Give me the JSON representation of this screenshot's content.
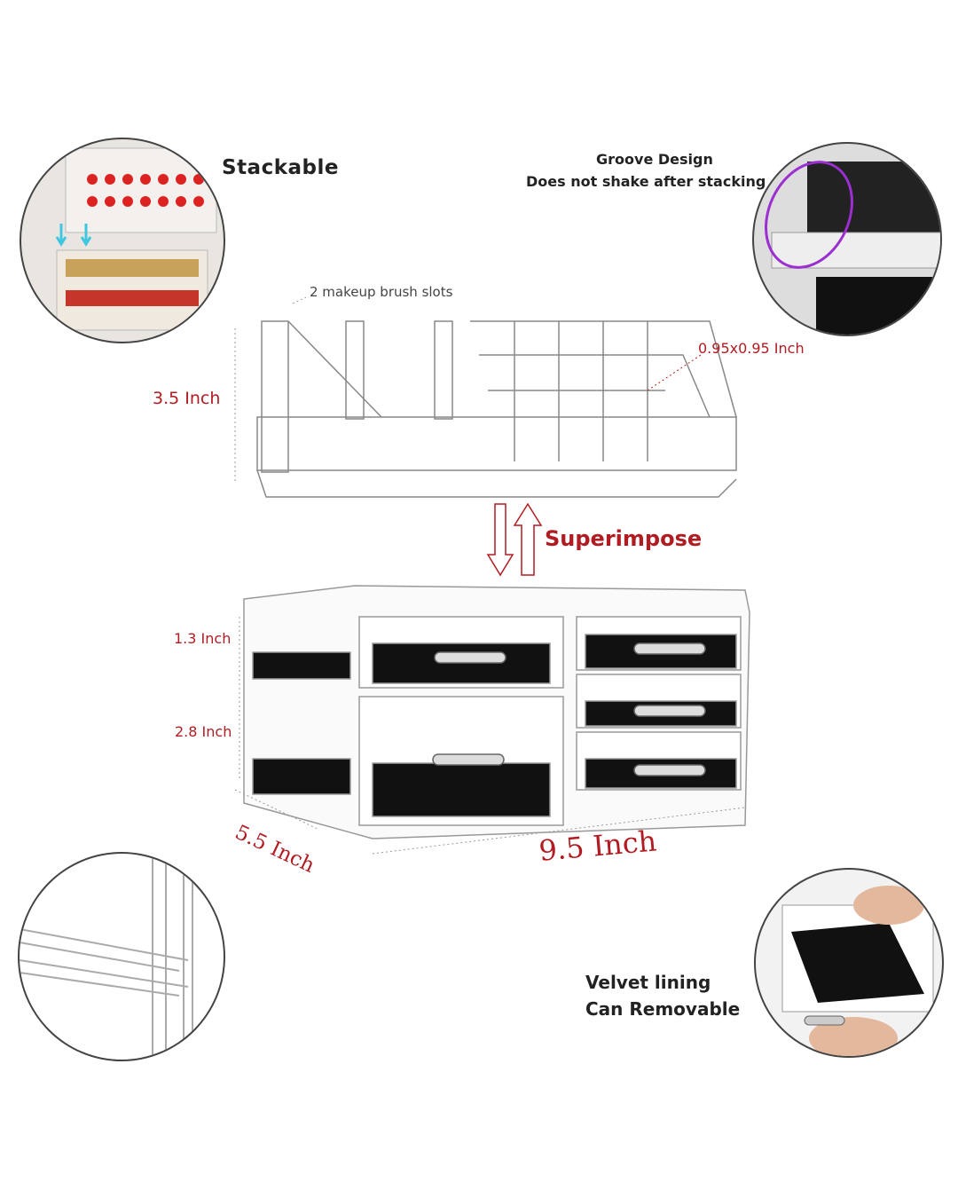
{
  "callouts": {
    "stackable": "Stackable",
    "groove_title": "Groove Design",
    "groove_sub": "Does not shake after stacking",
    "brush_slots": "2 makeup brush slots",
    "slot_size": "0.95x0.95 Inch",
    "superimpose": "Superimpose",
    "velvet_title": "Velvet lining",
    "velvet_sub": "Can Removable"
  },
  "dimensions": {
    "top_height": "3.5 Inch",
    "drawer_small": "1.3 Inch",
    "drawer_large": "2.8 Inch",
    "depth": "5.5 Inch",
    "width": "9.5 Inch"
  },
  "colors": {
    "accent_red": "#b01c22",
    "highlight_purple": "#9b2fd0",
    "arrow_cyan": "#3fc6e0"
  }
}
